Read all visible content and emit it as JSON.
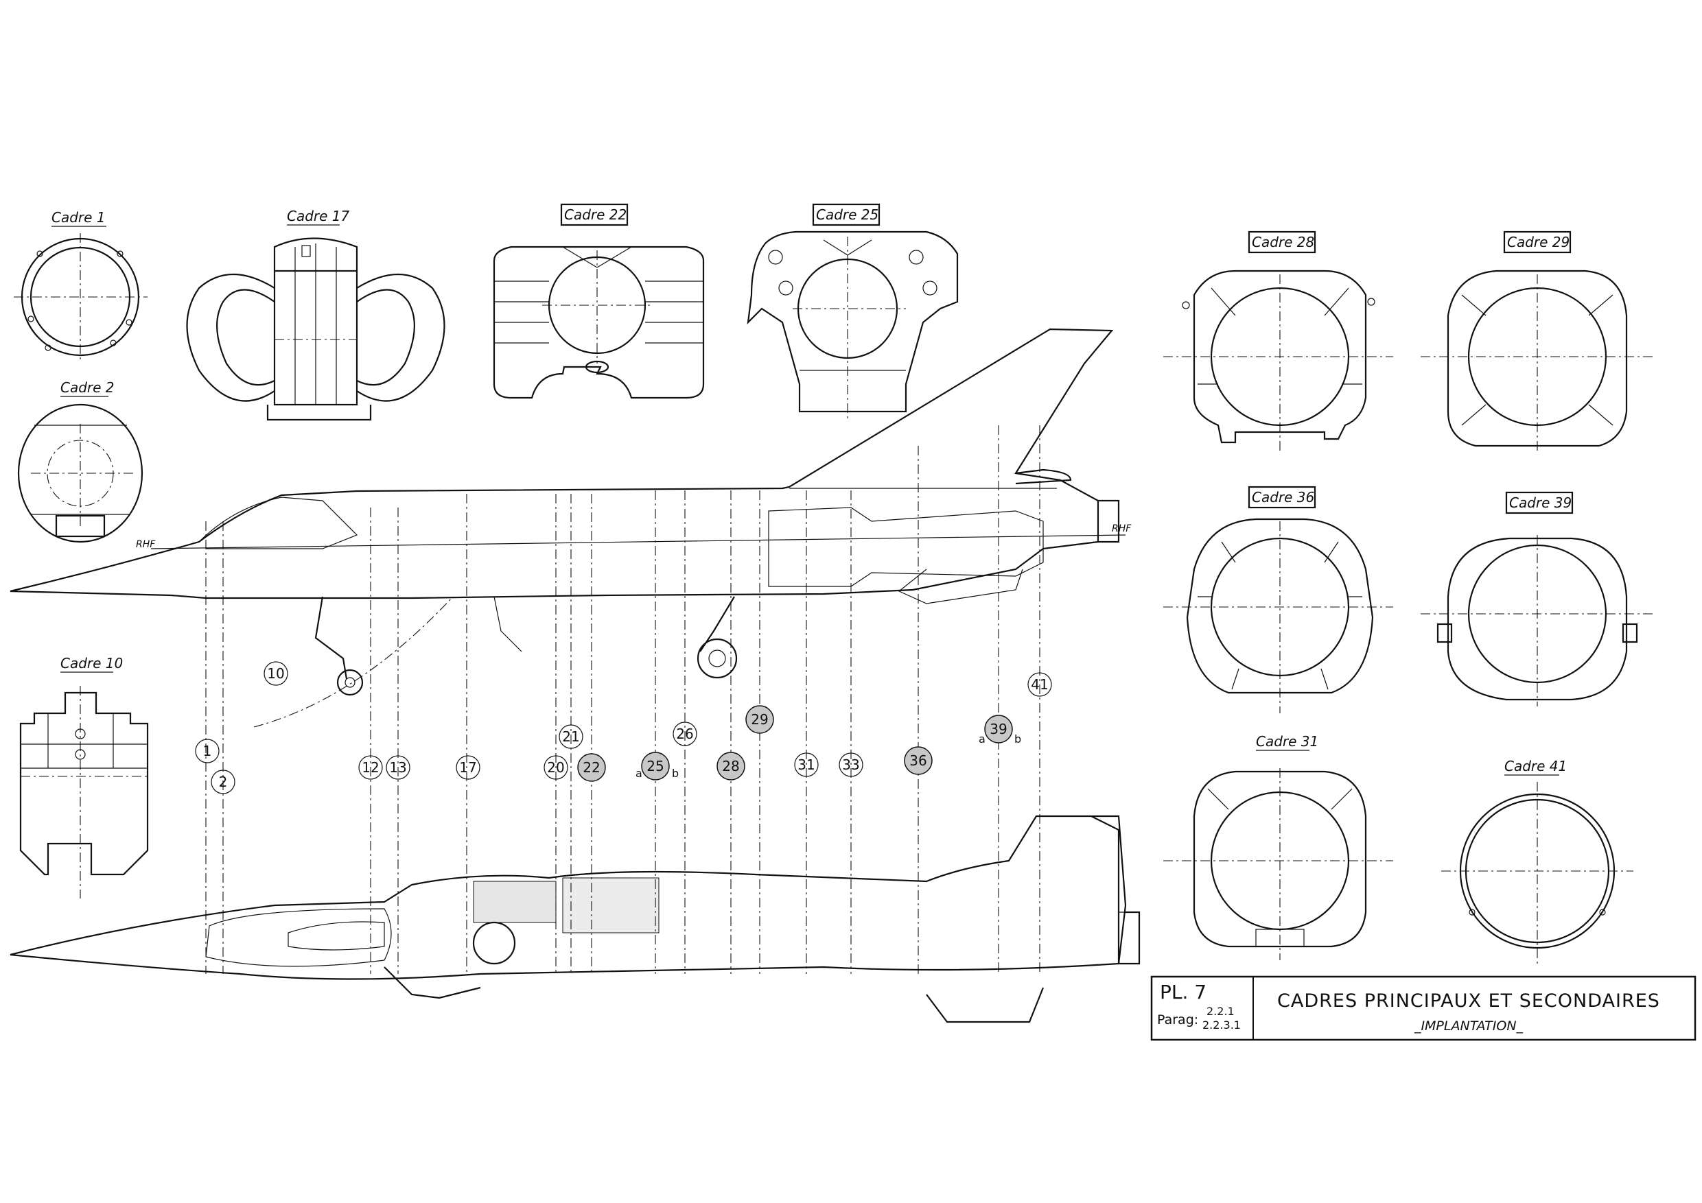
{
  "drawing": {
    "frames": [
      {
        "id": "cadre-1",
        "label": "Cadre 1",
        "boxed": false
      },
      {
        "id": "cadre-2",
        "label": "Cadre 2",
        "boxed": false
      },
      {
        "id": "cadre-10",
        "label": "Cadre 10",
        "boxed": false
      },
      {
        "id": "cadre-17",
        "label": "Cadre 17",
        "boxed": false
      },
      {
        "id": "cadre-22",
        "label": "Cadre 22",
        "boxed": true
      },
      {
        "id": "cadre-25",
        "label": "Cadre 25",
        "boxed": true
      },
      {
        "id": "cadre-28",
        "label": "Cadre 28",
        "boxed": true
      },
      {
        "id": "cadre-29",
        "label": "Cadre 29",
        "boxed": true
      },
      {
        "id": "cadre-36",
        "label": "Cadre 36",
        "boxed": true
      },
      {
        "id": "cadre-39",
        "label": "Cadre 39",
        "boxed": true
      },
      {
        "id": "cadre-31",
        "label": "Cadre 31",
        "boxed": false
      },
      {
        "id": "cadre-41",
        "label": "Cadre 41",
        "boxed": false
      }
    ],
    "stations": [
      {
        "n": "1",
        "shaded": false
      },
      {
        "n": "2",
        "shaded": false
      },
      {
        "n": "10",
        "shaded": false
      },
      {
        "n": "12",
        "shaded": false
      },
      {
        "n": "13",
        "shaded": false
      },
      {
        "n": "17",
        "shaded": false
      },
      {
        "n": "20",
        "shaded": false
      },
      {
        "n": "21",
        "shaded": false
      },
      {
        "n": "22",
        "shaded": true
      },
      {
        "n": "25",
        "shaded": true
      },
      {
        "n": "26",
        "shaded": false
      },
      {
        "n": "28",
        "shaded": true
      },
      {
        "n": "29",
        "shaded": true
      },
      {
        "n": "31",
        "shaded": false
      },
      {
        "n": "33",
        "shaded": false
      },
      {
        "n": "36",
        "shaded": true
      },
      {
        "n": "39",
        "shaded": true
      },
      {
        "n": "41",
        "shaded": false
      }
    ],
    "sub_labels": {
      "a": "a",
      "b": "b"
    },
    "reference_line": "RHF"
  },
  "title_block": {
    "plate": "PL. 7",
    "parag_label": "Parag:",
    "parag_1": "2.2.1",
    "parag_2": "2.2.3.1",
    "title": "CADRES PRINCIPAUX ET SECONDAIRES",
    "subtitle": "_IMPLANTATION_"
  }
}
